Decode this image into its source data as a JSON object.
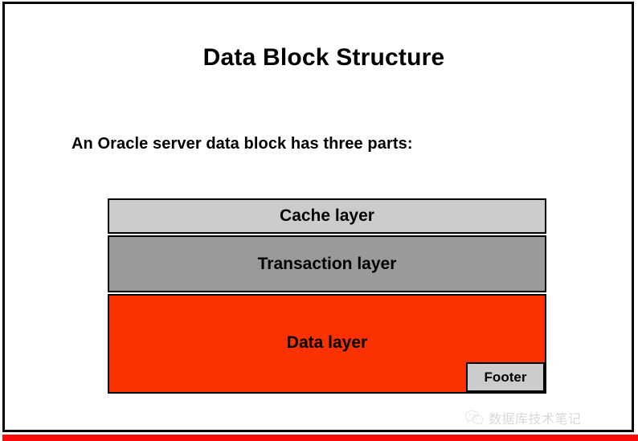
{
  "slide": {
    "title": "Data Block Structure",
    "subtitle": "An Oracle server data block has three parts:"
  },
  "diagram": {
    "layers": [
      {
        "label": "Cache layer",
        "color": "#cccccc"
      },
      {
        "label": "Transaction layer",
        "color": "#9a9a9a"
      },
      {
        "label": "Data layer",
        "color": "#fb3200"
      }
    ],
    "footer": {
      "label": "Footer",
      "color": "#cccccc"
    }
  },
  "watermark": {
    "icon": "wechat-icon",
    "text": "数据库技术笔记"
  },
  "colors": {
    "frame": "#000000",
    "bottom_strip": "#fb0b0b",
    "background": "#ffffff",
    "text": "#000000"
  }
}
